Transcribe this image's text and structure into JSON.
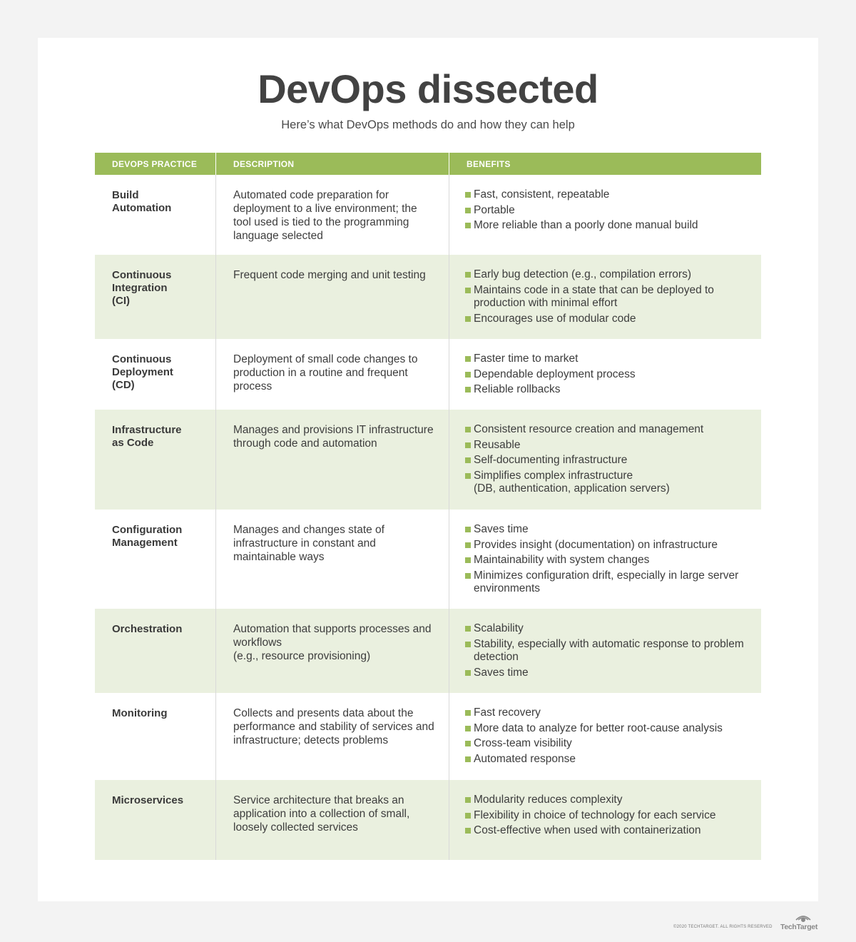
{
  "header": {
    "title": "DevOps dissected",
    "subtitle": "Here’s what DevOps methods do and how they can help"
  },
  "table": {
    "columns": [
      "DEVOPS PRACTICE",
      "DESCRIPTION",
      "BENEFITS"
    ],
    "rows": [
      {
        "practice": "Build\nAutomation",
        "description": "Automated code preparation for deployment to a live environment; the tool used is tied to the programming language selected",
        "benefits": [
          "Fast, consistent, repeatable",
          "Portable",
          "More reliable than a poorly done manual build"
        ]
      },
      {
        "practice": "Continuous\nIntegration\n(CI)",
        "description": "Frequent code merging and unit testing",
        "benefits": [
          "Early bug detection (e.g., compilation errors)",
          "Maintains code in a state that can be deployed to production with minimal effort",
          "Encourages use of modular code"
        ]
      },
      {
        "practice": "Continuous\nDeployment\n(CD)",
        "description": "Deployment of small code changes to production in a routine and frequent process",
        "benefits": [
          "Faster time to market",
          "Dependable deployment process",
          "Reliable rollbacks"
        ]
      },
      {
        "practice": "Infrastructure\nas Code",
        "description": "Manages and provisions IT infrastructure through code and automation",
        "benefits": [
          "Consistent resource creation and management",
          "Reusable",
          "Self-documenting infrastructure",
          "Simplifies complex infrastructure\n(DB, authentication, application servers)"
        ]
      },
      {
        "practice": "Configuration\nManagement",
        "description": "Manages and changes state of infrastructure in constant and maintainable ways",
        "benefits": [
          "Saves time",
          "Provides insight (documentation) on infrastructure",
          "Maintainability with system changes",
          "Minimizes configuration drift, especially in large server environments"
        ]
      },
      {
        "practice": "Orchestration",
        "description": "Automation that supports processes and workflows\n(e.g., resource provisioning)",
        "benefits": [
          "Scalability",
          "Stability, especially with automatic response to problem detection",
          "Saves time"
        ]
      },
      {
        "practice": "Monitoring",
        "description": "Collects and presents data about the performance and stability of services and infrastructure; detects problems",
        "benefits": [
          "Fast recovery",
          "More data to analyze for better root-cause analysis",
          "Cross-team visibility",
          "Automated response"
        ]
      },
      {
        "practice": "Microservices",
        "description": "Service architecture that breaks an application into a collection of small, loosely collected services",
        "benefits": [
          "Modularity reduces complexity",
          "Flexibility in choice of technology for each service",
          "Cost-effective when used with containerization"
        ]
      }
    ]
  },
  "footer": {
    "copyright": "©2020 TECHTARGET. ALL RIGHTS RESERVED",
    "logo_text": "TechTarget"
  },
  "colors": {
    "accent": "#9bbb59",
    "row_shade": "#eaf0df"
  }
}
